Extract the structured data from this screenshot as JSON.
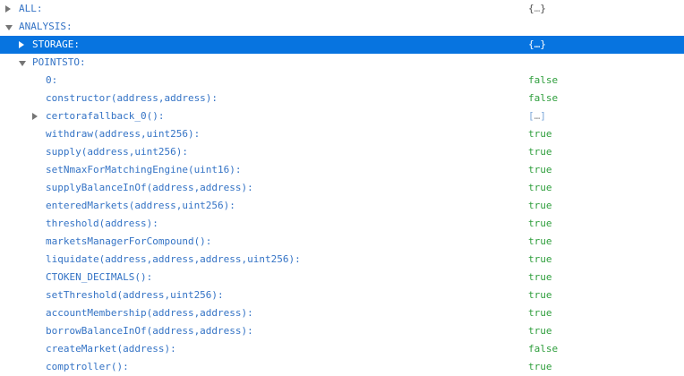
{
  "tree": {
    "value_column_x": 590,
    "colors": {
      "key_text": "#3473c5",
      "bool_value": "#2e9e3c",
      "object_preview": "#4d4d4d",
      "array_preview": "#7aa6d8",
      "selected_background": "#0774e0",
      "selected_text": "#ffffff",
      "arrow": "#757575",
      "background": "#ffffff"
    },
    "rows": [
      {
        "key": "ALL:",
        "level": 0,
        "arrow": "collapsed",
        "value": "{…}",
        "value_type": "object",
        "selected": false
      },
      {
        "key": "ANALYSIS:",
        "level": 0,
        "arrow": "expanded",
        "value": "",
        "value_type": "none",
        "selected": false
      },
      {
        "key": "STORAGE:",
        "level": 1,
        "arrow": "collapsed",
        "value": "{…}",
        "value_type": "object",
        "selected": true
      },
      {
        "key": "POINTSTO:",
        "level": 1,
        "arrow": "expanded",
        "value": "",
        "value_type": "none",
        "selected": false
      },
      {
        "key": "0:",
        "level": 2,
        "arrow": null,
        "value": "false",
        "value_type": "bool",
        "selected": false
      },
      {
        "key": "constructor(address,address):",
        "level": 2,
        "arrow": null,
        "value": "false",
        "value_type": "bool",
        "selected": false
      },
      {
        "key": "certorafallback_0():",
        "level": 2,
        "arrow": "collapsed",
        "value": "[…]",
        "value_type": "array",
        "selected": false
      },
      {
        "key": "withdraw(address,uint256):",
        "level": 2,
        "arrow": null,
        "value": "true",
        "value_type": "bool",
        "selected": false
      },
      {
        "key": "supply(address,uint256):",
        "level": 2,
        "arrow": null,
        "value": "true",
        "value_type": "bool",
        "selected": false
      },
      {
        "key": "setNmaxForMatchingEngine(uint16):",
        "level": 2,
        "arrow": null,
        "value": "true",
        "value_type": "bool",
        "selected": false
      },
      {
        "key": "supplyBalanceInOf(address,address):",
        "level": 2,
        "arrow": null,
        "value": "true",
        "value_type": "bool",
        "selected": false
      },
      {
        "key": "enteredMarkets(address,uint256):",
        "level": 2,
        "arrow": null,
        "value": "true",
        "value_type": "bool",
        "selected": false
      },
      {
        "key": "threshold(address):",
        "level": 2,
        "arrow": null,
        "value": "true",
        "value_type": "bool",
        "selected": false
      },
      {
        "key": "marketsManagerForCompound():",
        "level": 2,
        "arrow": null,
        "value": "true",
        "value_type": "bool",
        "selected": false
      },
      {
        "key": "liquidate(address,address,address,uint256):",
        "level": 2,
        "arrow": null,
        "value": "true",
        "value_type": "bool",
        "selected": false
      },
      {
        "key": "CTOKEN_DECIMALS():",
        "level": 2,
        "arrow": null,
        "value": "true",
        "value_type": "bool",
        "selected": false
      },
      {
        "key": "setThreshold(address,uint256):",
        "level": 2,
        "arrow": null,
        "value": "true",
        "value_type": "bool",
        "selected": false
      },
      {
        "key": "accountMembership(address,address):",
        "level": 2,
        "arrow": null,
        "value": "true",
        "value_type": "bool",
        "selected": false
      },
      {
        "key": "borrowBalanceInOf(address,address):",
        "level": 2,
        "arrow": null,
        "value": "true",
        "value_type": "bool",
        "selected": false
      },
      {
        "key": "createMarket(address):",
        "level": 2,
        "arrow": null,
        "value": "false",
        "value_type": "bool",
        "selected": false
      },
      {
        "key": "comptroller():",
        "level": 2,
        "arrow": null,
        "value": "true",
        "value_type": "bool",
        "selected": false
      }
    ]
  }
}
